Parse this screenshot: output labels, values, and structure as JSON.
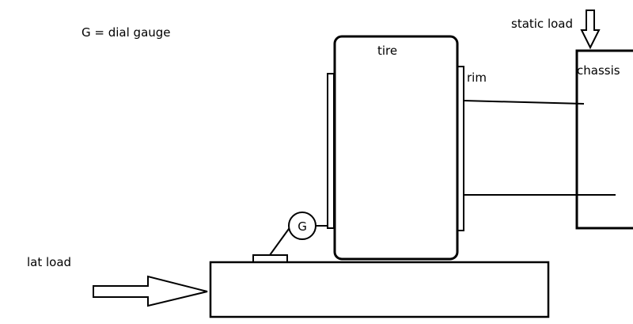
{
  "diagram": {
    "legend": "G = dial gauge",
    "labels": {
      "tire": "tire",
      "rim": "rim",
      "chassis": "chassis",
      "static_load": "static load",
      "lat_load": "lat load",
      "gauge": "G"
    },
    "colors": {
      "stroke": "#000000",
      "background": "#ffffff"
    }
  }
}
